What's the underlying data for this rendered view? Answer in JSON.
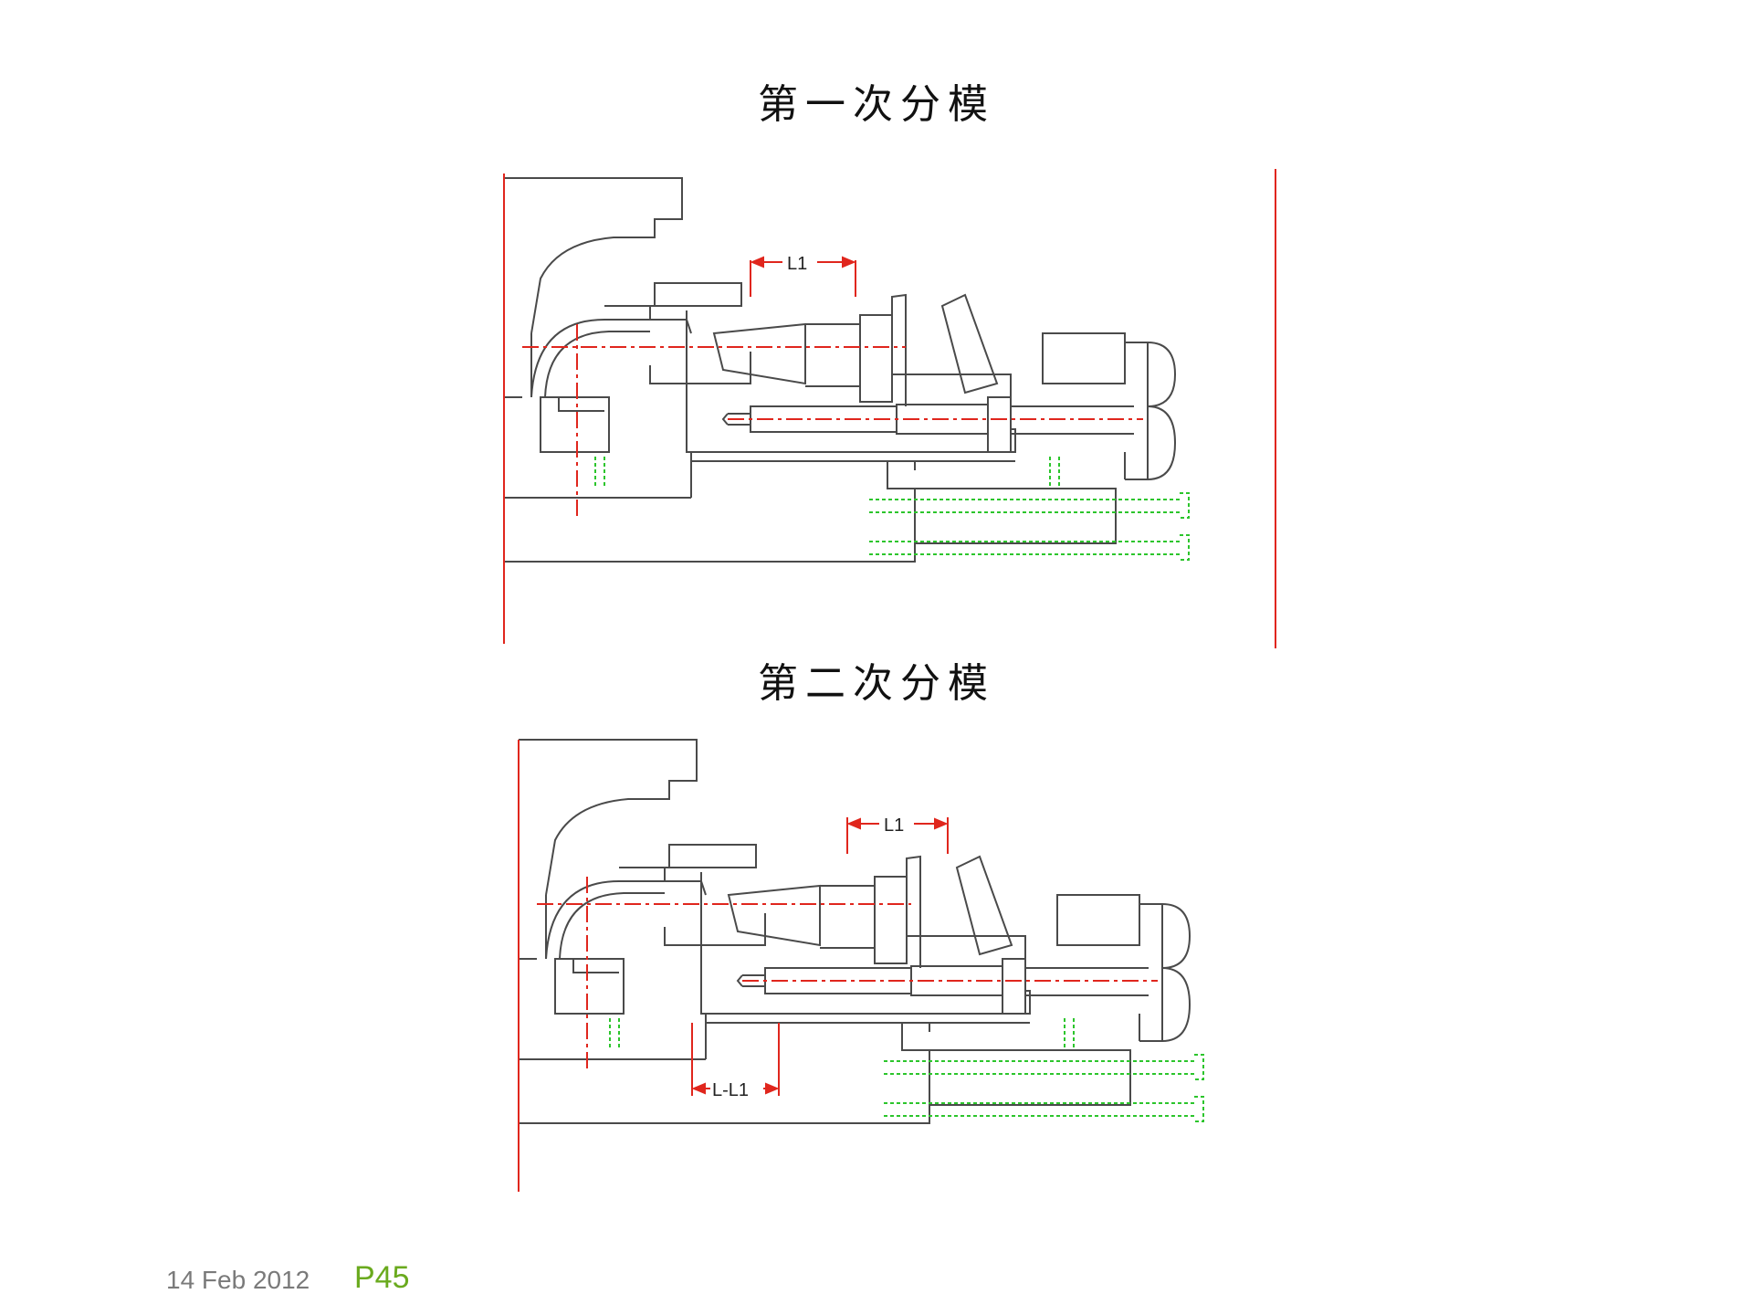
{
  "diagrams": [
    {
      "title": "第一次分模",
      "dimension_labels": [
        "L1"
      ]
    },
    {
      "title": "第二次分模",
      "dimension_labels": [
        "L1",
        "L-L1"
      ]
    }
  ],
  "footer": {
    "date": "14 Feb 2012",
    "page": "P45"
  },
  "colors": {
    "outline": "#4a4a4a",
    "centerline": "#e0261d",
    "screw": "#2cc52c",
    "page_number": "#6aaa1e"
  }
}
